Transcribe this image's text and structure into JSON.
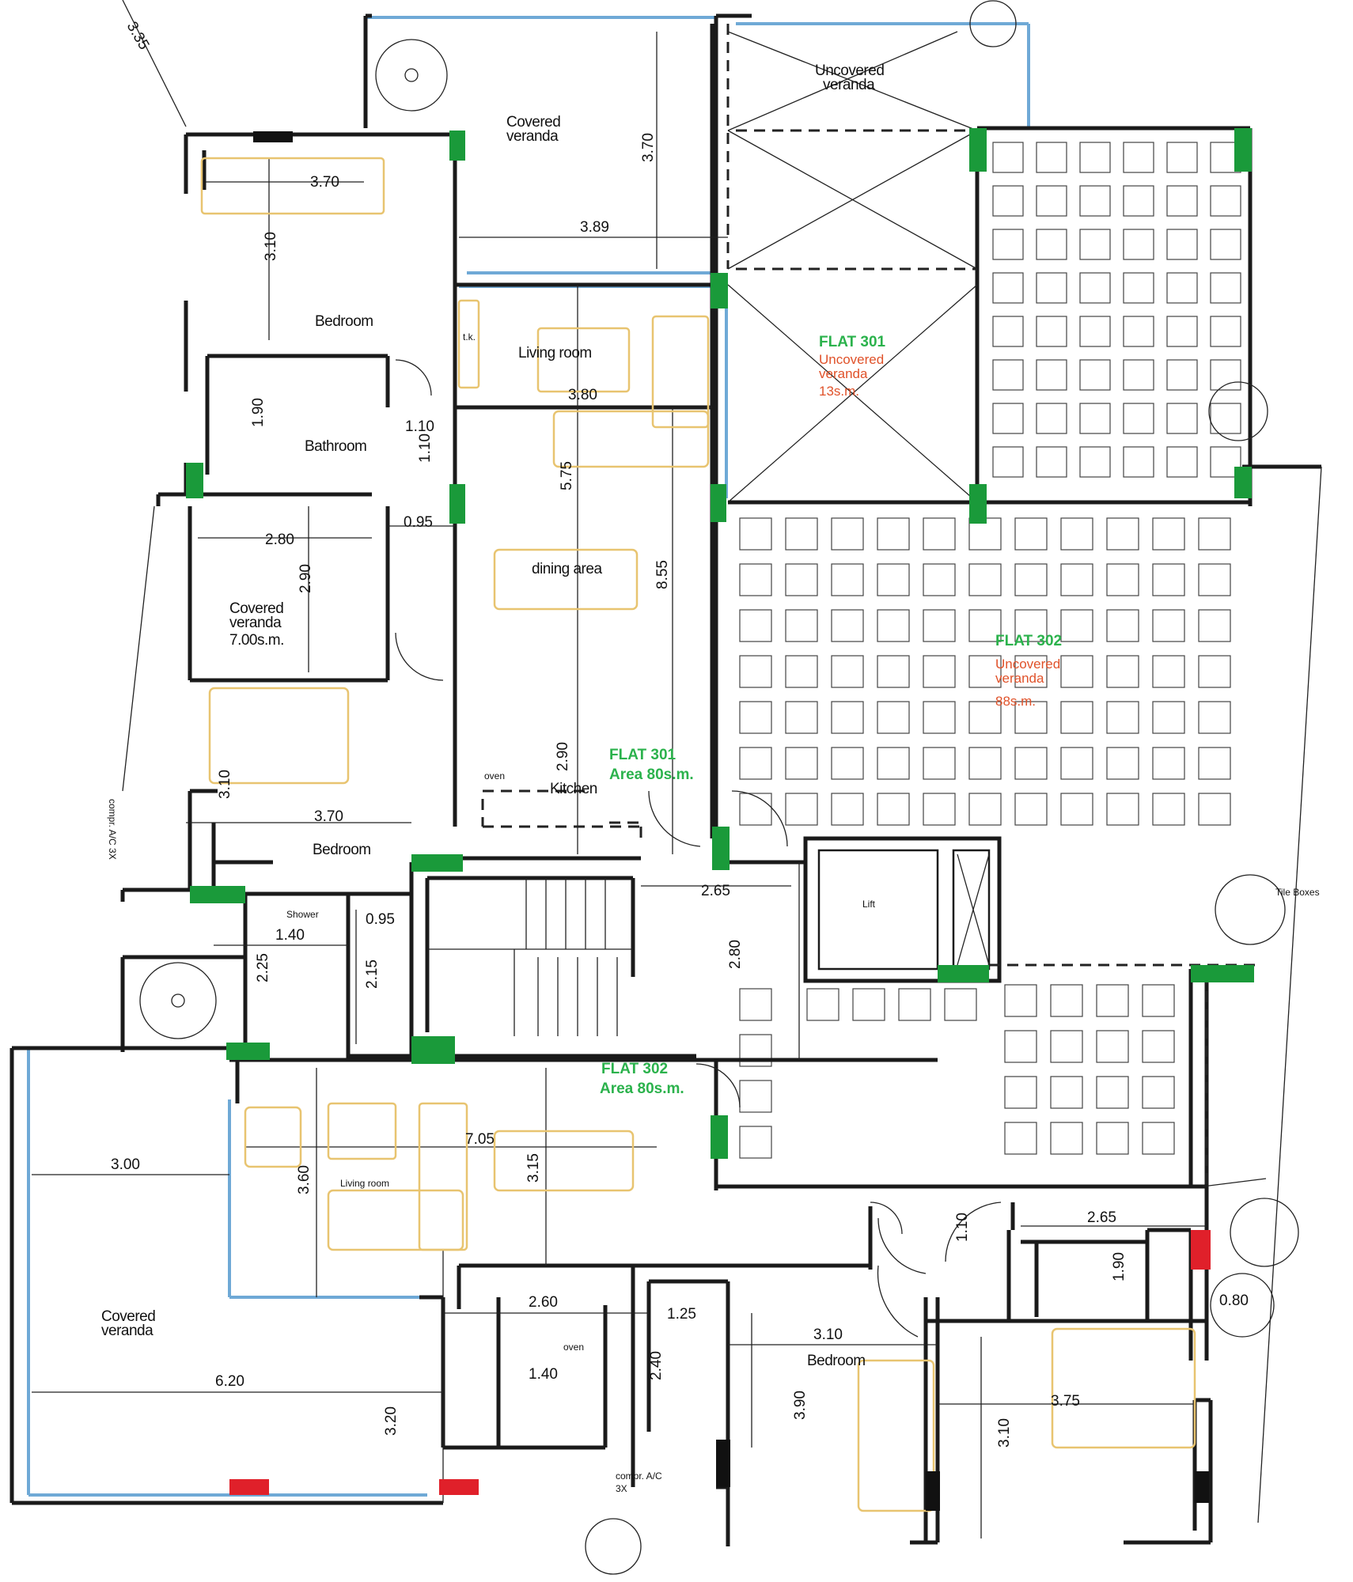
{
  "colors": {
    "wall": "#1a1a1a",
    "column": "#1a9a3a",
    "flat_label": "#2bb24c",
    "uncovered_label": "#e0522a",
    "glazing": "#6fa9d6",
    "furniture": "#e8c470",
    "marker": "#e0202a"
  },
  "rooms": {
    "covered_veranda_top": [
      "Covered",
      "veranda"
    ],
    "uncovered_veranda_top": [
      "Uncovered",
      "veranda"
    ],
    "bedroom_top": "Bedroom",
    "living_room_301": "Living room",
    "bathroom": "Bathroom",
    "dining_area": "dining area",
    "covered_veranda_left": [
      "Covered",
      "veranda",
      "7.00s.m."
    ],
    "kitchen": "Kitchen",
    "bedroom_mid": "Bedroom",
    "shower": "Shower",
    "lift": "Lift",
    "living_room_302": "Living room",
    "covered_veranda_bottom": [
      "Covered",
      "veranda"
    ],
    "bedroom_bottom": "Bedroom",
    "ac": [
      "compr. A/C",
      "3X"
    ],
    "oven_1": "oven",
    "oven_2": "oven"
  },
  "flats": {
    "flat301_veranda": [
      "FLAT 301",
      "Uncovered",
      "veranda",
      "13s.m."
    ],
    "flat302_veranda": [
      "FLAT 302",
      "Uncovered",
      "veranda",
      "88s.m."
    ],
    "flat301_area": [
      "FLAT 301",
      "Area 80s.m."
    ],
    "flat302_area": [
      "FLAT 302",
      "Area 80s.m."
    ]
  },
  "dimensions": {
    "d_3_35": "3.35",
    "d_3_70_a": "3.70",
    "d_3_10_a": "3.10",
    "d_3_70_v": "3.70",
    "d_3_89": "3.89",
    "d_3_80": "3.80",
    "d_1_90_a": "1.90",
    "d_1_10_a": "1.10",
    "d_1_10_b": "1.10",
    "d_5_75": "5.75",
    "d_0_95": "0.95",
    "d_2_80_a": "2.80",
    "d_2_90_a": "2.90",
    "d_8_55": "8.55",
    "d_2_90_b": "2.90",
    "d_3_10_b": "3.10",
    "d_3_70_b": "3.70",
    "d_0_95_b": "0.95",
    "d_1_40_a": "1.40",
    "d_2_15": "2.15",
    "d_2_25": "2.25",
    "d_2_65_a": "2.65",
    "d_2_80_b": "2.80",
    "d_3_00": "3.00",
    "d_7_05": "7.05",
    "d_3_15": "3.15",
    "d_3_60": "3.60",
    "d_2_60": "2.60",
    "d_1_25": "1.25",
    "d_2_40": "2.40",
    "d_1_40_b": "1.40",
    "d_6_20": "6.20",
    "d_3_20": "3.20",
    "d_3_10_c": "3.10",
    "d_3_90": "3.90",
    "d_3_75": "3.75",
    "d_3_10_d": "3.10",
    "d_1_10_c": "1.10",
    "d_2_65_b": "2.65",
    "d_1_90_b": "1.90",
    "d_0_80": "0.80"
  },
  "notes": {
    "ac_side": "compr. A/C 3X",
    "tiles_note": "Tile Boxes",
    "tk": "t.k."
  }
}
